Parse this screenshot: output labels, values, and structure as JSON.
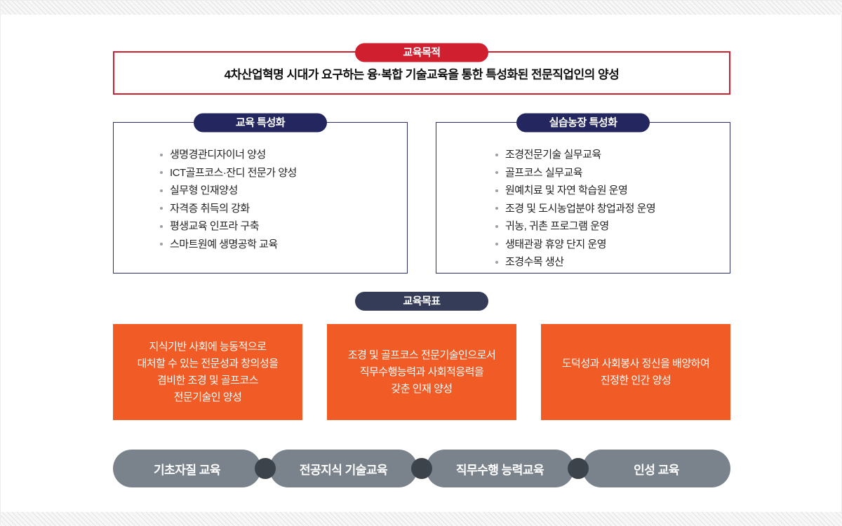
{
  "purpose": {
    "badge": "교육목적",
    "title": "4차산업혁명 시대가 요구하는 융·복합 기술교육을 통한 특성화된 전문직업인의 양성"
  },
  "sections": [
    {
      "badge": "교육 특성화",
      "items": [
        "생명경관디자이너 양성",
        "ICT골프코스·잔디 전문가 양성",
        "실무형 인재양성",
        "자격증 취득의 강화",
        "평생교육 인프라 구축",
        "스마트원예 생명공학 교육"
      ]
    },
    {
      "badge": "실습농장 특성화",
      "items": [
        "조경전문기술 실무교육",
        "골프코스 실무교육",
        "원예치료 및 자연 학습원 운영",
        "조경 및 도시농업분야 창업과정 운영",
        "귀농, 귀촌 프로그램 운영",
        "생태관광 휴양 단지 운영",
        "조경수목 생산"
      ]
    }
  ],
  "goals": {
    "badge": "교육목표",
    "cards": [
      "지식기반 사회에 능동적으로\n대처할 수 있는 전문성과 창의성을\n겸비한 조경 및 골프코스\n전문기술인 양성",
      "조경 및 골프코스 전문기술인으로서\n직무수행능력과 사회적응력을\n갖춘 인재 양성",
      "도덕성과 사회봉사 정신을 배양하여\n진정한 인간 양성"
    ]
  },
  "tracks": [
    "기초자질 교육",
    "전공지식 기술교육",
    "직무수행 능력교육",
    "인성 교육"
  ],
  "colors": {
    "accent_red": "#d01f2f",
    "navy": "#23265f",
    "goal_badge": "#353c58",
    "orange": "#f15b25",
    "track_gray": "#7a828c",
    "connector_dark": "#3d434b"
  }
}
